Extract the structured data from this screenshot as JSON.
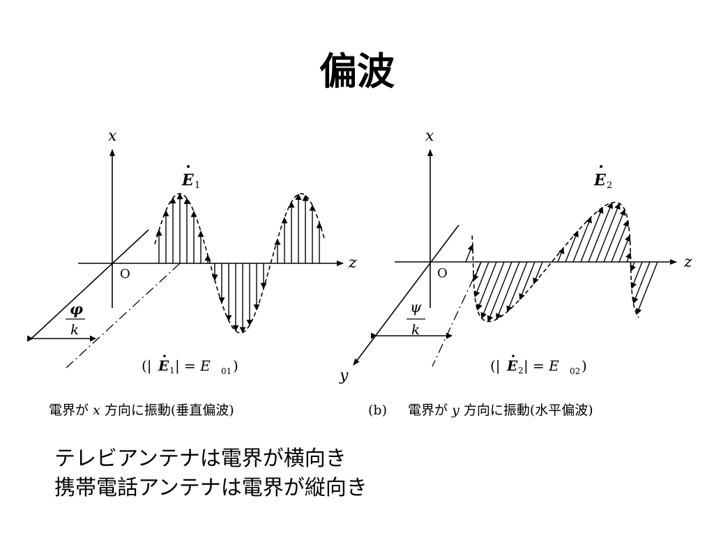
{
  "slide": {
    "title": "偏波",
    "notes": [
      "テレビアンテナは電界が横向き",
      "携帯電話アンテナは電界が縦向き"
    ]
  },
  "figure_a": {
    "axis_x": "x",
    "axis_z": "z",
    "origin": "O",
    "vector_label": "E",
    "vector_sub": "1",
    "offset_num": "φ",
    "offset_den": "k",
    "amplitude_eq": "= E",
    "amplitude_sub": "01",
    "caption_pre": "電界が",
    "caption_var": "x",
    "caption_post": "方向に振動(垂直偏波)"
  },
  "figure_b": {
    "axis_x": "x",
    "axis_y": "y",
    "axis_z": "z",
    "origin": "O",
    "vector_label": "E",
    "vector_sub": "2",
    "offset_num": "ψ",
    "offset_den": "k",
    "amplitude_eq": "= E",
    "amplitude_sub": "02",
    "caption_tag": "(b)",
    "caption_pre": "電界が",
    "caption_var": "y",
    "caption_post": "方向に振動(水平偏波)"
  },
  "colors": {
    "background": "#ffffff",
    "ink": "#000000"
  }
}
